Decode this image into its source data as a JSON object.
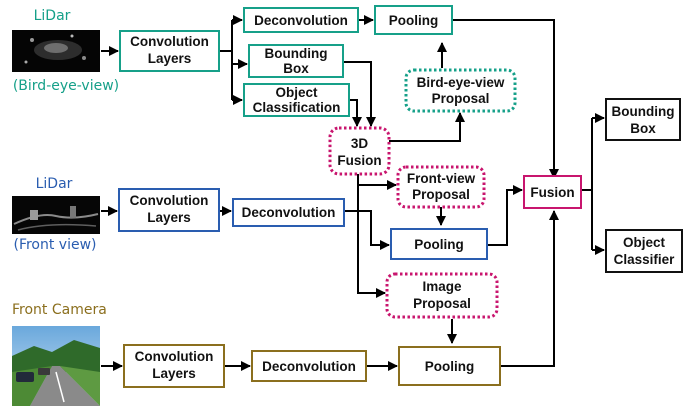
{
  "colors": {
    "teal": "#16a089",
    "blue": "#2a5db0",
    "olive": "#8b6f1e",
    "magenta": "#c8156e",
    "black": "#111111"
  },
  "labels": {
    "lidar_bev_title": "LiDar",
    "lidar_bev_sub": "(Bird-eye-view)",
    "lidar_fv_title": "LiDar",
    "lidar_fv_sub": "(Front view)",
    "camera_title": "Front Camera"
  },
  "nodes": {
    "conv_bev": [
      "Convolution",
      "Layers"
    ],
    "deconv_bev": [
      "Deconvolution"
    ],
    "pool_bev": [
      "Pooling"
    ],
    "bbox_bev": [
      "Bounding",
      "Box"
    ],
    "objcls_bev": [
      "Object",
      "Classification"
    ],
    "bev_proposal": [
      "Bird-eye-view",
      "Proposal"
    ],
    "fusion3d": [
      "3D",
      "Fusion"
    ],
    "fv_proposal": [
      "Front-view",
      "Proposal"
    ],
    "conv_fv": [
      "Convolution",
      "Layers"
    ],
    "deconv_fv": [
      "Deconvolution"
    ],
    "pool_fv": [
      "Pooling"
    ],
    "image_proposal": [
      "Image",
      "Proposal"
    ],
    "fusion": [
      "Fusion"
    ],
    "conv_cam": [
      "Convolution",
      "Layers"
    ],
    "deconv_cam": [
      "Deconvolution"
    ],
    "pool_cam": [
      "Pooling"
    ],
    "bbox_out": [
      "Bounding",
      "Box"
    ],
    "objcls_out": [
      "Object",
      "Classifier"
    ]
  }
}
